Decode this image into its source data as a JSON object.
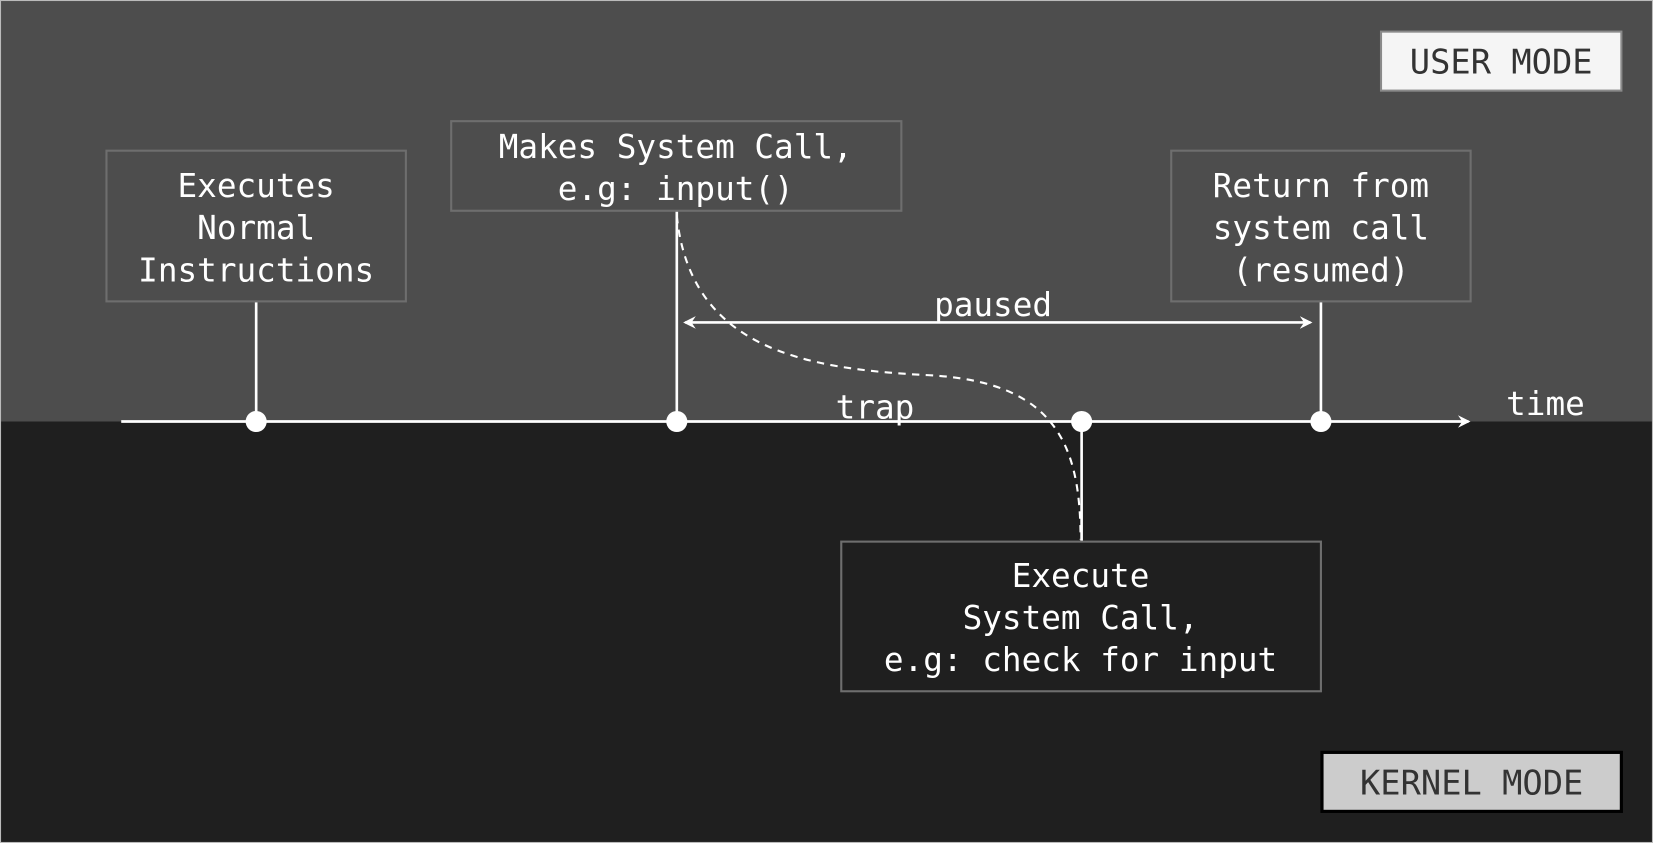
{
  "modes": {
    "user": "USER MODE",
    "kernel": "KERNEL MODE"
  },
  "colors": {
    "user_bg": "#4d4d4d",
    "kernel_bg": "#1f1f1f",
    "line": "#ffffff"
  },
  "boxes": {
    "normal": [
      "Executes",
      "Normal",
      "Instructions"
    ],
    "syscall": [
      "Makes System Call,",
      "e.g: input()"
    ],
    "return": [
      "Return from",
      "system call",
      "(resumed)"
    ],
    "execute": [
      "Execute",
      "System Call,",
      "e.g: check for input"
    ]
  },
  "labels": {
    "paused": "paused",
    "trap": "trap",
    "time": "time"
  }
}
